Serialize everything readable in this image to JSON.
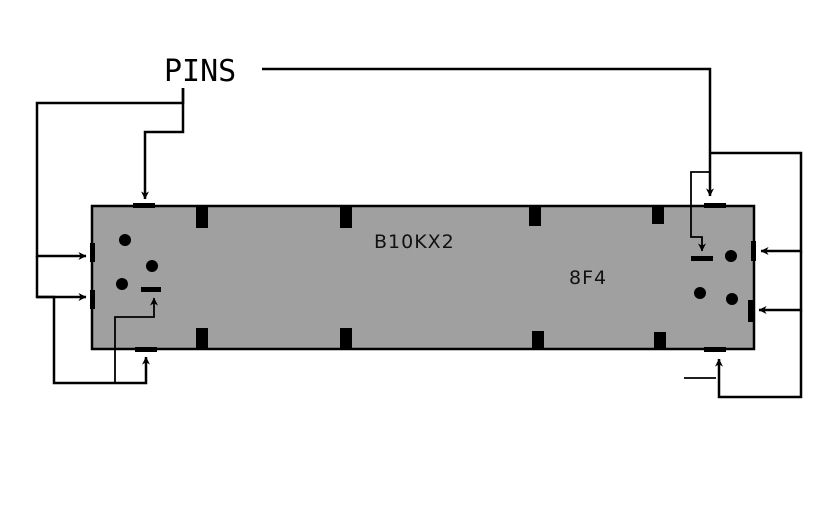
{
  "diagram": {
    "title_label": "PINS",
    "part_number": "B10KX2",
    "date_code": "8F4",
    "colors": {
      "body_fill": "#a0a0a0",
      "outline": "#000000",
      "background": "#ffffff"
    }
  }
}
